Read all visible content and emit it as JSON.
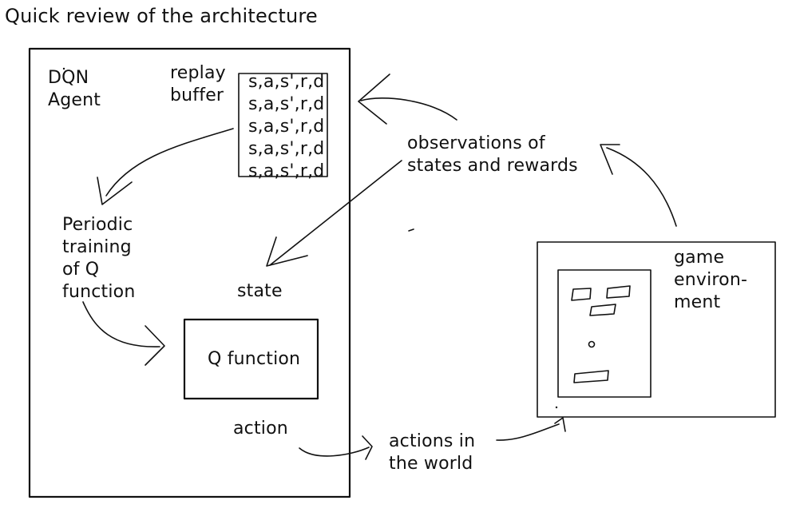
{
  "title": "Quick review of the architecture",
  "agent": {
    "label_line1": "DQN",
    "label_line2": "Agent"
  },
  "replay_buffer": {
    "label_line1": "replay",
    "label_line2": "buffer",
    "rows": [
      "s,a,s',r,d",
      "s,a,s',r,d",
      "s,a,s',r,d",
      "s,a,s',r,d",
      "s,a,s',r,d"
    ]
  },
  "training": {
    "lines": [
      "Periodic",
      "training",
      "of Q",
      "function"
    ]
  },
  "state_label": "state",
  "q_function_label": "Q function",
  "action_label": "action",
  "observations": {
    "line1": "observations of",
    "line2": "states and rewards"
  },
  "actions_world": {
    "line1": "actions in",
    "line2": "the world"
  },
  "environment": {
    "line1": "game",
    "line2": "environ-",
    "line3": "ment"
  }
}
